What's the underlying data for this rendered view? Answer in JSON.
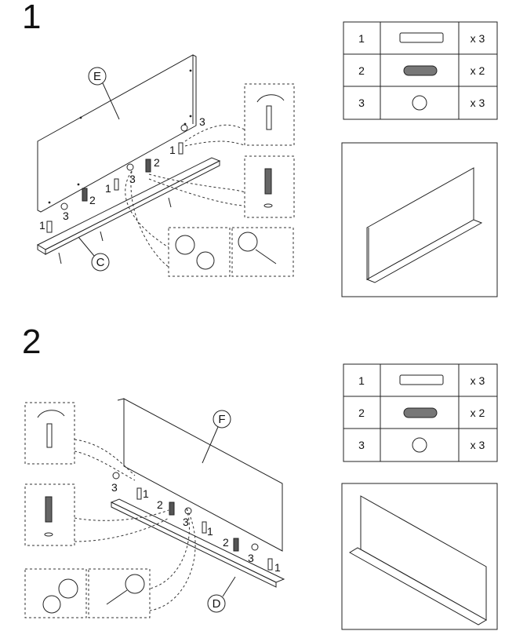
{
  "steps": [
    {
      "number": "1",
      "panel_label": "E",
      "base_label": "C",
      "parts": [
        {
          "id": "1",
          "icon": "cam-dowel-icon",
          "qty": "x 3"
        },
        {
          "id": "2",
          "icon": "wood-dowel-icon",
          "qty": "x 2"
        },
        {
          "id": "3",
          "icon": "cam-lock-icon",
          "qty": "x 3"
        }
      ],
      "callouts": [
        "1",
        "2",
        "3",
        "1",
        "2",
        "3",
        "1",
        "3"
      ]
    },
    {
      "number": "2",
      "panel_label": "F",
      "base_label": "D",
      "parts": [
        {
          "id": "1",
          "icon": "cam-dowel-icon",
          "qty": "x 3"
        },
        {
          "id": "2",
          "icon": "wood-dowel-icon",
          "qty": "x 2"
        },
        {
          "id": "3",
          "icon": "cam-lock-icon",
          "qty": "x 3"
        }
      ],
      "callouts": [
        "3",
        "1",
        "2",
        "3",
        "1",
        "2",
        "3",
        "1"
      ]
    }
  ],
  "colors": {
    "line": "#222222",
    "dash": "#333333",
    "fill": "#ffffff",
    "shade": "#555555"
  }
}
